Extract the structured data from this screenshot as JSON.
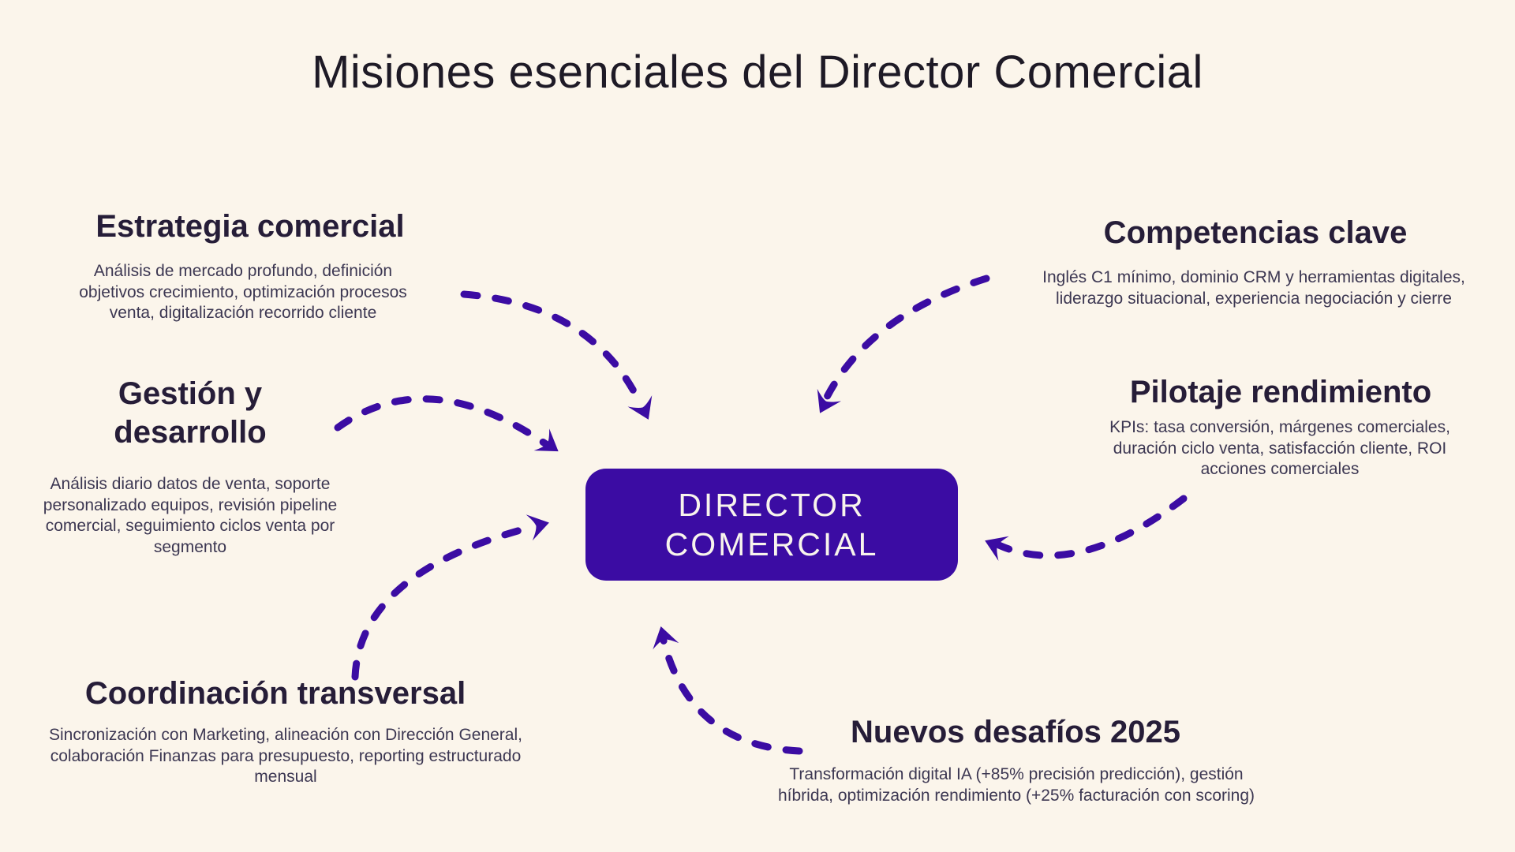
{
  "title": "Misiones esenciales del Director Comercial",
  "center_node": {
    "line1": "DIRECTOR",
    "line2": "COMERCIAL"
  },
  "sections": {
    "estrategia": {
      "heading": "Estrategia comercial",
      "lines": [
        "Análisis de mercado profundo, definición",
        "objetivos crecimiento, optimización procesos",
        "venta, digitalización recorrido cliente"
      ]
    },
    "gestion": {
      "heading_line1": "Gestión y",
      "heading_line2": "desarrollo",
      "lines": [
        "Análisis diario datos de venta, soporte",
        "personalizado equipos, revisión pipeline",
        "comercial, seguimiento ciclos venta por",
        "segmento"
      ]
    },
    "coordinacion": {
      "heading": "Coordinación transversal",
      "lines": [
        "Sincronización con Marketing, alineación con Dirección General,",
        "colaboración Finanzas para presupuesto, reporting estructurado",
        "mensual"
      ]
    },
    "competencias": {
      "heading": "Competencias clave",
      "lines": [
        "Inglés C1 mínimo, dominio CRM y herramientas digitales,",
        "liderazgo situacional, experiencia negociación y cierre"
      ]
    },
    "pilotaje": {
      "heading": "Pilotaje rendimiento",
      "lines": [
        "KPIs: tasa conversión, márgenes comerciales,",
        "duración ciclo venta, satisfacción cliente, ROI",
        "acciones comerciales"
      ]
    },
    "nuevos": {
      "heading": "Nuevos desafíos 2025",
      "lines": [
        "Transformación digital IA (+85% precisión predicción), gestión",
        "híbrida, optimización rendimiento (+25% facturación con scoring)"
      ]
    }
  },
  "colors": {
    "background": "#FBF5EB",
    "accent_purple": "#3B0CA3",
    "title_text": "#1E1A26",
    "heading_text": "#261D38",
    "body_text": "#3C3752",
    "center_box_text": "#F8F4EC"
  }
}
